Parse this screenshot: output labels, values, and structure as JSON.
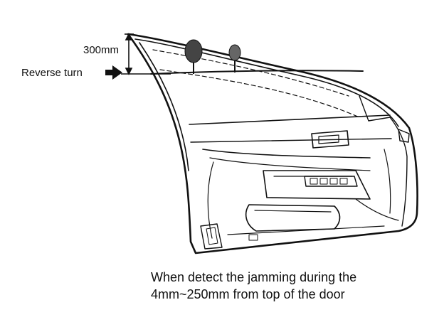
{
  "labels": {
    "dimension": "300mm",
    "reverse_turn": "Reverse turn"
  },
  "caption": {
    "line1": "When detect the jamming during the",
    "line2": "4mm~250mm from top of the door"
  },
  "colors": {
    "ink": "#111111",
    "background": "#ffffff"
  }
}
